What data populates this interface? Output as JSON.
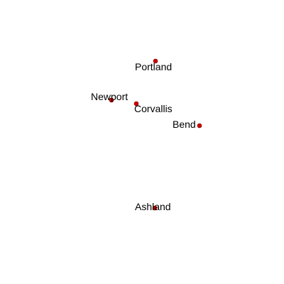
{
  "map": {
    "background_color": "#ffffff",
    "marker_color": "#cc0000",
    "label_color": "#000000",
    "cities": [
      {
        "id": "portland",
        "name": "Portland"
      },
      {
        "id": "newport",
        "name": "Newport"
      },
      {
        "id": "corvallis",
        "name": "Corvallis"
      },
      {
        "id": "bend",
        "name": "Bend"
      },
      {
        "id": "ashland",
        "name": "Ashland"
      }
    ]
  }
}
